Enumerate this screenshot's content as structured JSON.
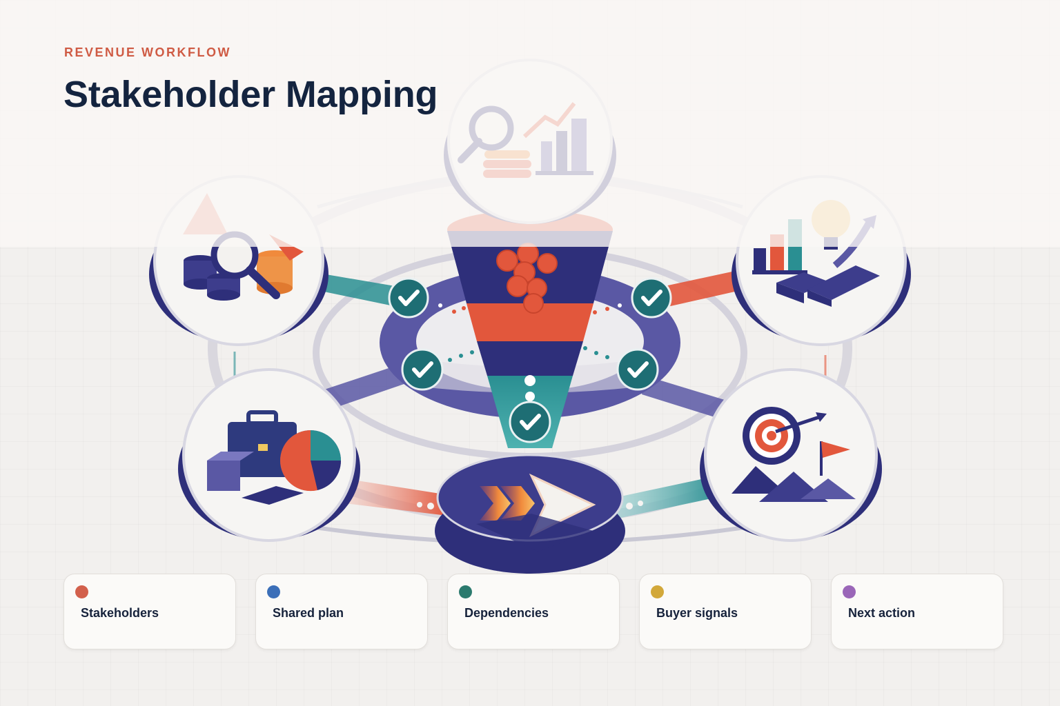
{
  "header": {
    "eyebrow": "REVENUE WORKFLOW",
    "title": "Stakeholder Mapping"
  },
  "diagram": {
    "nodes": [
      {
        "id": "analytics-node",
        "icon": "magnifier-bar-chart-icon"
      },
      {
        "id": "insight-node",
        "icon": "bar-chart-lightbulb-icon"
      },
      {
        "id": "research-node",
        "icon": "coins-magnifier-icon"
      },
      {
        "id": "planning-node",
        "icon": "briefcase-pie-chart-icon"
      },
      {
        "id": "goal-node",
        "icon": "target-flag-icon"
      },
      {
        "id": "action-node",
        "icon": "forward-arrow-icon"
      }
    ],
    "center": {
      "icon": "funnel-icon"
    },
    "checkpoints": 5
  },
  "legend": [
    {
      "label": "Stakeholders",
      "color": "#d2604c"
    },
    {
      "label": "Shared plan",
      "color": "#3b6fb8"
    },
    {
      "label": "Dependencies",
      "color": "#2b7a6e"
    },
    {
      "label": "Buyer signals",
      "color": "#d2a83a"
    },
    {
      "label": "Next action",
      "color": "#9a66b8"
    }
  ],
  "colors": {
    "navy": "#2e2f7a",
    "indigo": "#5a58a4",
    "orange": "#e2573c",
    "teal": "#2a8f92",
    "title": "#14243f",
    "eyebrow": "#cf5b44"
  }
}
